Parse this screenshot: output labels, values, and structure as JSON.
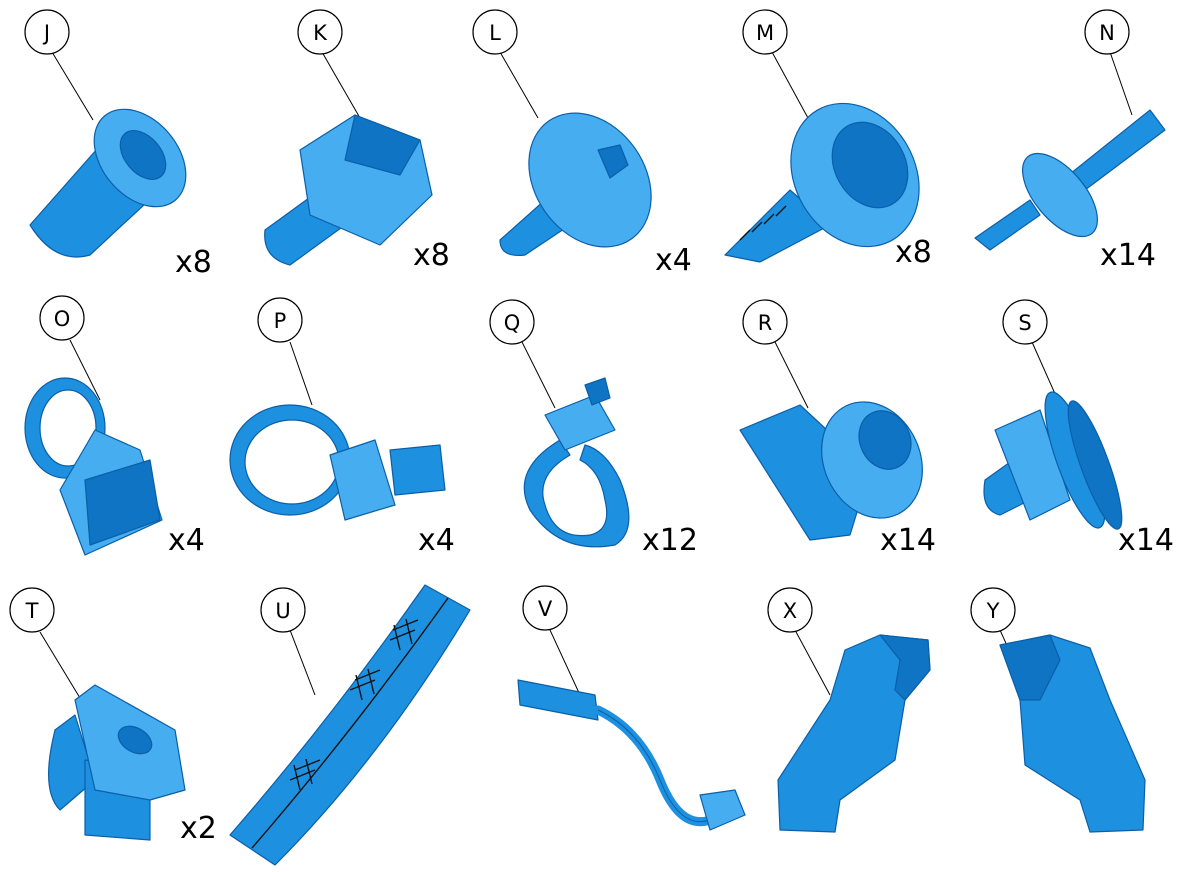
{
  "parts": [
    {
      "letter": "J",
      "qty": "x8",
      "icon": "push-pin-nut-icon"
    },
    {
      "letter": "K",
      "qty": "x8",
      "icon": "hex-nut-clip-icon"
    },
    {
      "letter": "L",
      "qty": "x4",
      "icon": "torx-screw-icon"
    },
    {
      "letter": "M",
      "qty": "x8",
      "icon": "flange-screw-icon"
    },
    {
      "letter": "N",
      "qty": "x14",
      "icon": "push-rivet-icon"
    },
    {
      "letter": "O",
      "qty": "x4",
      "icon": "wire-clip-icon"
    },
    {
      "letter": "P",
      "qty": "x4",
      "icon": "hose-clip-icon"
    },
    {
      "letter": "Q",
      "qty": "x12",
      "icon": "cable-tie-icon"
    },
    {
      "letter": "R",
      "qty": "x14",
      "icon": "retainer-clip-icon"
    },
    {
      "letter": "S",
      "qty": "x14",
      "icon": "fir-tree-clip-icon"
    },
    {
      "letter": "T",
      "qty": "x2",
      "icon": "speed-nut-icon"
    },
    {
      "letter": "U",
      "qty": "",
      "icon": "tape-strip-icon"
    },
    {
      "letter": "V",
      "qty": "",
      "icon": "wiring-harness-icon"
    },
    {
      "letter": "X",
      "qty": "",
      "icon": "bracket-left-icon"
    },
    {
      "letter": "Y",
      "qty": "",
      "icon": "bracket-right-icon"
    }
  ],
  "colors": {
    "part_fill": "#1e90e0",
    "part_edge": "#0a5fa8",
    "line": "#000000"
  }
}
